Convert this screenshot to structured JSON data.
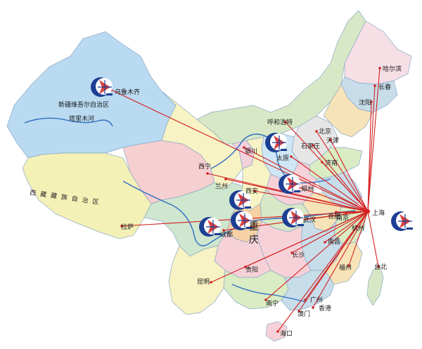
{
  "hub": {
    "name": "上海"
  },
  "cities": [
    {
      "id": "urumqi",
      "name": "乌鲁木齐"
    },
    {
      "id": "harbin",
      "name": "哈尔滨"
    },
    {
      "id": "changchun",
      "name": "长春"
    },
    {
      "id": "shenyang",
      "name": "沈阳"
    },
    {
      "id": "beijing",
      "name": "北京"
    },
    {
      "id": "tianjin",
      "name": "天津"
    },
    {
      "id": "hohhot",
      "name": "呼和浩特"
    },
    {
      "id": "shijiazhuang",
      "name": "石家庄"
    },
    {
      "id": "jinan",
      "name": "济南"
    },
    {
      "id": "taiyuan",
      "name": "太原"
    },
    {
      "id": "yinchuan",
      "name": "银川"
    },
    {
      "id": "xining",
      "name": "西宁"
    },
    {
      "id": "lanzhou",
      "name": "兰州"
    },
    {
      "id": "xian",
      "name": "西安"
    },
    {
      "id": "zhengzhou",
      "name": "郑州"
    },
    {
      "id": "hefei",
      "name": "合肥"
    },
    {
      "id": "nanjing",
      "name": "南京"
    },
    {
      "id": "wuhan",
      "name": "武汉"
    },
    {
      "id": "hangzhou",
      "name": "杭州"
    },
    {
      "id": "nanchang",
      "name": "南昌"
    },
    {
      "id": "changsha",
      "name": "长沙"
    },
    {
      "id": "fuzhou",
      "name": "福州"
    },
    {
      "id": "taipei",
      "name": "台北"
    },
    {
      "id": "chengdu",
      "name": "成都"
    },
    {
      "id": "guiyang",
      "name": "贵阳"
    },
    {
      "id": "kunming",
      "name": "昆明"
    },
    {
      "id": "nanning",
      "name": "南宁"
    },
    {
      "id": "guangzhou",
      "name": "广州"
    },
    {
      "id": "hongkong",
      "name": "香港"
    },
    {
      "id": "macau",
      "name": "澳门"
    },
    {
      "id": "haikou",
      "name": "海口"
    },
    {
      "id": "lhasa",
      "name": "拉萨"
    }
  ],
  "labels": {
    "xinjiang": "新疆维吾尔自治区",
    "tarim_river": "塔里木河",
    "tibet": "西藏藏族自治区",
    "chongqing": "重庆"
  },
  "colors": {
    "route": "#d42020",
    "logo_blue": "#1d3f93",
    "logo_red": "#d42020",
    "river": "#2f6fc1"
  },
  "icons": [
    "company-logo-icon"
  ]
}
